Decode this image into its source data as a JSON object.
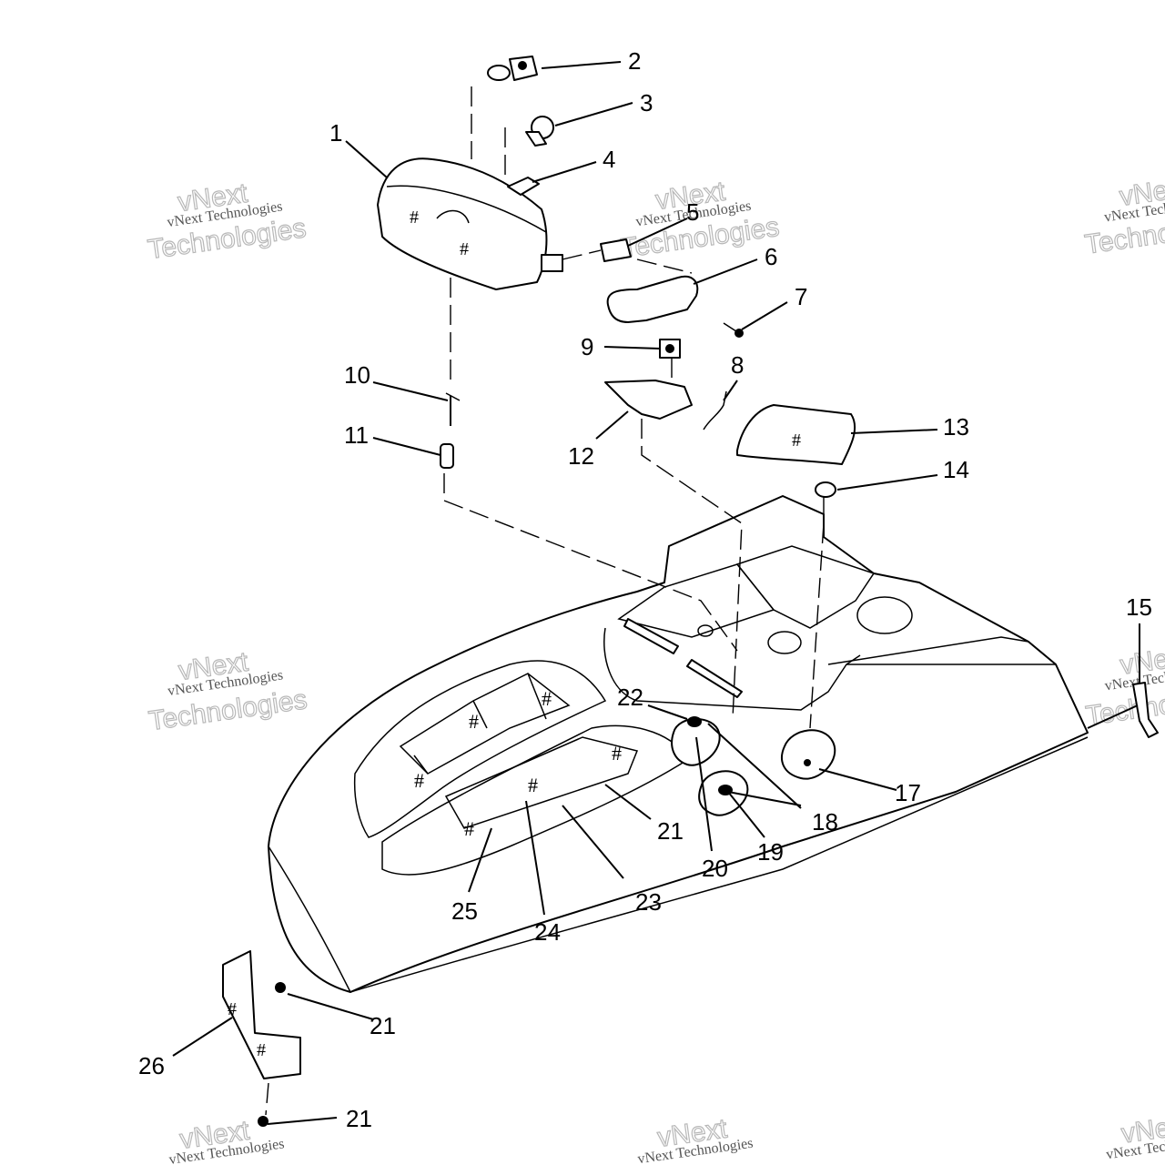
{
  "watermark": {
    "line1": "vNext Technologies",
    "line2": "vNext",
    "line3": "Technologies"
  },
  "callouts": [
    {
      "id": "c1",
      "label": "1"
    },
    {
      "id": "c2",
      "label": "2"
    },
    {
      "id": "c3",
      "label": "3"
    },
    {
      "id": "c4",
      "label": "4"
    },
    {
      "id": "c5",
      "label": "5"
    },
    {
      "id": "c6",
      "label": "6"
    },
    {
      "id": "c7",
      "label": "7"
    },
    {
      "id": "c8",
      "label": "8"
    },
    {
      "id": "c9",
      "label": "9"
    },
    {
      "id": "c10",
      "label": "10"
    },
    {
      "id": "c11",
      "label": "11"
    },
    {
      "id": "c12",
      "label": "12"
    },
    {
      "id": "c13",
      "label": "13"
    },
    {
      "id": "c14",
      "label": "14"
    },
    {
      "id": "c15",
      "label": "15"
    },
    {
      "id": "c17",
      "label": "17"
    },
    {
      "id": "c18",
      "label": "18"
    },
    {
      "id": "c19",
      "label": "19"
    },
    {
      "id": "c20",
      "label": "20"
    },
    {
      "id": "c21a",
      "label": "21"
    },
    {
      "id": "c21b",
      "label": "21"
    },
    {
      "id": "c21c",
      "label": "21"
    },
    {
      "id": "c22",
      "label": "22"
    },
    {
      "id": "c23",
      "label": "23"
    },
    {
      "id": "c24",
      "label": "24"
    },
    {
      "id": "c25",
      "label": "25"
    },
    {
      "id": "c26",
      "label": "26"
    }
  ]
}
